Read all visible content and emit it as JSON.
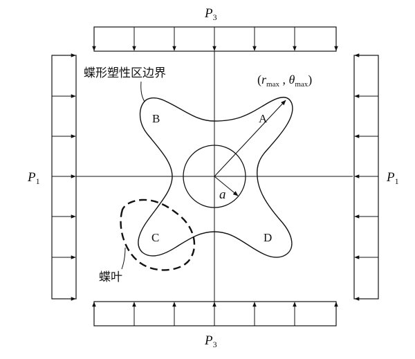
{
  "loads": {
    "top": {
      "symbol": "P",
      "subscript": "3"
    },
    "bottom": {
      "symbol": "P",
      "subscript": "3"
    },
    "left": {
      "symbol": "P",
      "subscript": "1"
    },
    "right": {
      "symbol": "P",
      "subscript": "1"
    }
  },
  "labels": {
    "butterfly_boundary": "蝶形塑性区边界",
    "butterfly_leaf": "蝶叶",
    "radius": "a",
    "lobe_a": "A",
    "lobe_b": "B",
    "lobe_c": "C",
    "lobe_d": "D"
  },
  "max_point": {
    "open": "(",
    "r": "r",
    "r_sub": "max",
    "sep": " , ",
    "theta": "θ",
    "theta_sub": "max",
    "close": ")"
  },
  "colors": {
    "line": "#111111",
    "background": "#ffffff"
  }
}
